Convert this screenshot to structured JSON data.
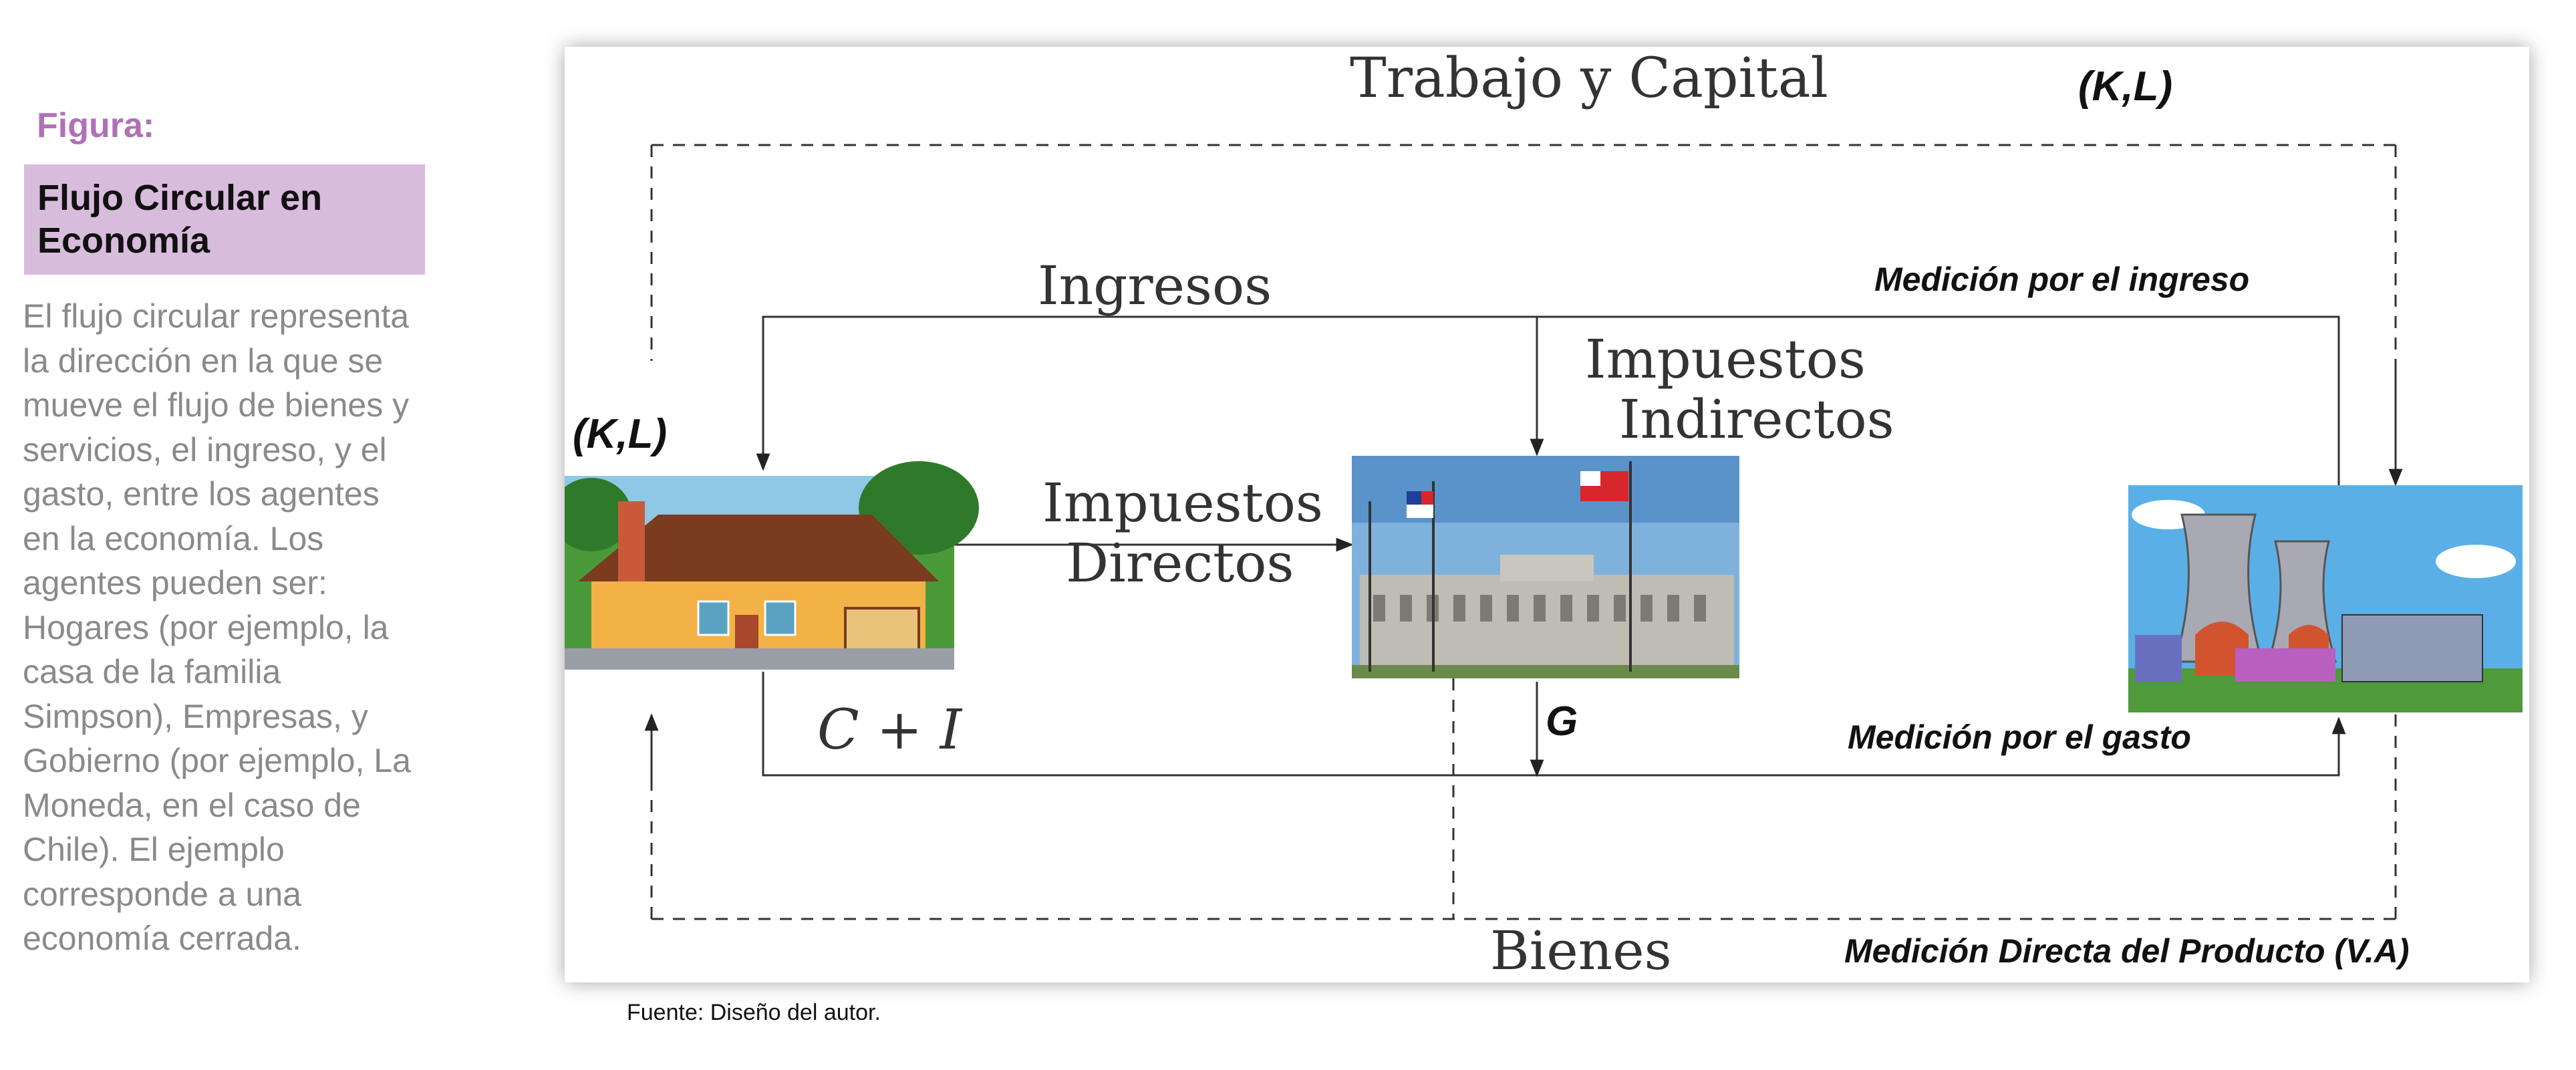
{
  "sidebar": {
    "figure_label": "Figura:",
    "title": "Flujo Circular en Economía",
    "description": "El flujo circular representa la dirección en la que se mueve el flujo de bienes y servicios, el ingreso, y el gasto, entre los agentes en la economía. Los agentes pueden ser: Hogares (por ejemplo, la casa de la familia Simpson), Empresas, y Gobierno (por ejemplo, La Moneda, en el caso de Chile). El ejemplo corresponde a una economía cerrada."
  },
  "diagram": {
    "labels": {
      "trabajo_capital": "Trabajo y Capital",
      "kl_top": "(K,L)",
      "ingresos": "Ingresos",
      "medicion_ingreso": "Medición por el ingreso",
      "impuestos_indirectos_1": "Impuestos",
      "impuestos_indirectos_2": "Indirectos",
      "kl_left": "(K,L)",
      "impuestos_directos_1": "Impuestos",
      "impuestos_directos_2": "Directos",
      "c_plus_i": "C + I",
      "g": "G",
      "medicion_gasto": "Medición por el gasto",
      "bienes": "Bienes",
      "medicion_directa": "Medición Directa del Producto (V.A)"
    },
    "nodes": [
      "household-image",
      "government-image",
      "firm-image"
    ]
  },
  "source": "Fuente: Diseño del autor."
}
